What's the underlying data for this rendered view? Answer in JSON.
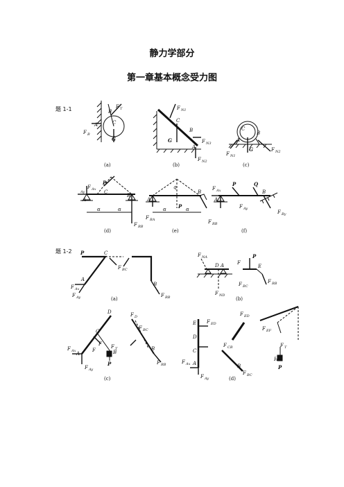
{
  "page": {
    "title": "静力学部分",
    "chapter_title": "第一章基本概念受力图"
  },
  "problem_1_1": {
    "label": "题 1-1",
    "captions": [
      "(a)",
      "(b)",
      "(c)",
      "(d)",
      "(e)",
      "(f)"
    ],
    "fig_a": {
      "labels": [
        "B",
        "F",
        "A",
        "F",
        "C",
        "G"
      ],
      "subs": [
        "T",
        "B"
      ]
    },
    "fig_b": {
      "labels": [
        "F",
        "C",
        "B",
        "G",
        "A",
        "F",
        "F"
      ],
      "subs": [
        "N1",
        "N3",
        "N2"
      ]
    },
    "fig_c": {
      "labels": [
        "C",
        "A",
        "B",
        "G",
        "F",
        "F"
      ],
      "subs": [
        "N1",
        "N2"
      ]
    },
    "fig_d": {
      "labels": [
        "F",
        "P",
        "C",
        "A",
        "B",
        "α",
        "α",
        "F"
      ],
      "subs": [
        "Ax",
        "Ay",
        "RB"
      ]
    },
    "fig_e": {
      "labels": [
        "q",
        "A",
        "B",
        "P",
        "F",
        "F",
        "α",
        "α"
      ],
      "subs": [
        "RA",
        "RB"
      ]
    },
    "fig_f": {
      "labels": [
        "F",
        "P",
        "Q",
        "A",
        "B",
        "F",
        "F"
      ],
      "subs": [
        "Ax",
        "Ay",
        "By"
      ]
    }
  },
  "problem_1_2": {
    "label": "题 1-2",
    "captions": [
      "(a)",
      "(b)",
      "(c)",
      "(d)"
    ],
    "fig_a": {
      "labels": [
        "P",
        "C",
        "A",
        "F",
        "F",
        "F",
        "B",
        "F"
      ],
      "subs": [
        "Ax",
        "Ay",
        "BC",
        "RB"
      ]
    },
    "fig_b": {
      "labels": [
        "F",
        "D",
        "A",
        "F",
        "F",
        "P",
        "E",
        "F",
        "F"
      ],
      "subs": [
        "NA",
        "ND",
        "BC",
        "RB"
      ]
    },
    "fig_c": {
      "labels": [
        "D",
        "C",
        "F",
        "F",
        "A",
        "B",
        "F",
        "F",
        "F",
        "P",
        "F",
        "B",
        "F"
      ],
      "subs": [
        "BC",
        "Ax",
        "Ay",
        "T",
        "D",
        "BC",
        "RB"
      ]
    },
    "fig_d": {
      "labels": [
        "E",
        "D",
        "C",
        "A",
        "F",
        "F",
        "F",
        "F",
        "B",
        "F",
        "F",
        "H",
        "P",
        "F"
      ],
      "subs": [
        "ED",
        "Ax",
        "Ay",
        "ED",
        "CB",
        "BC",
        "EF",
        "T"
      ]
    }
  }
}
